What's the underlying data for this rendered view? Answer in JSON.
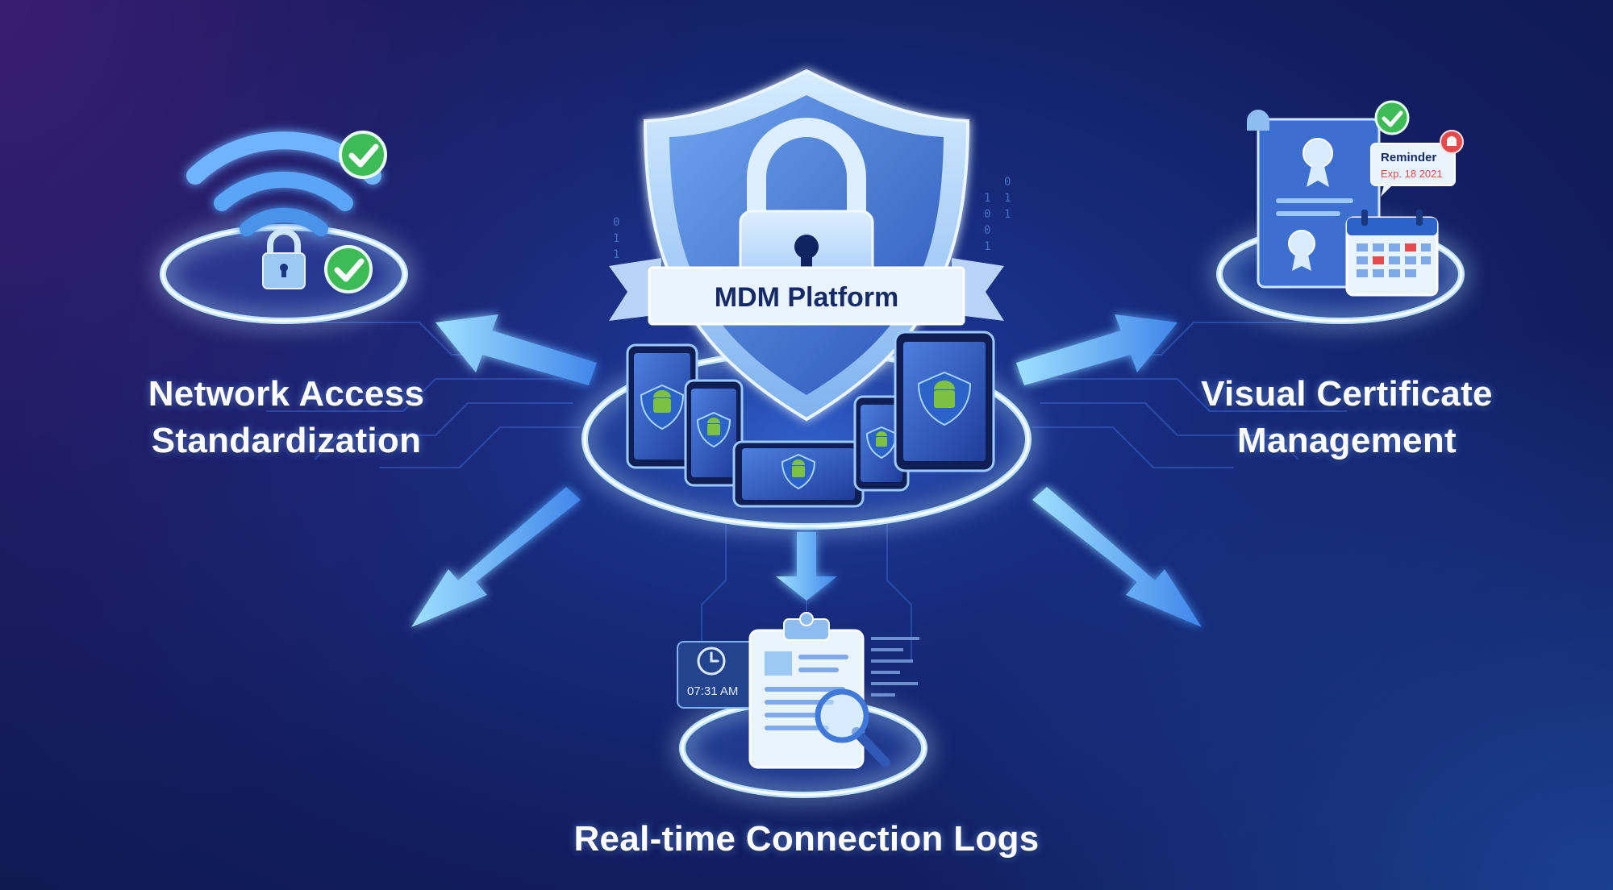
{
  "center": {
    "banner": "MDM Platform"
  },
  "features": {
    "network": {
      "line1": "Network Access",
      "line2": "Standardization"
    },
    "certificate": {
      "line1": "Visual Certificate",
      "line2": "Management",
      "reminder_title": "Reminder",
      "reminder_date": "Exp. 18 2021"
    },
    "logs": {
      "label": "Real-time Connection Logs",
      "clock_time": "07:31 AM"
    }
  },
  "colors": {
    "background": "#162a7a",
    "glow": "#7fd0ff",
    "shield": "#5f93e6",
    "check": "#3dbb57",
    "android": "#7cc142",
    "alert": "#e64b4b"
  }
}
